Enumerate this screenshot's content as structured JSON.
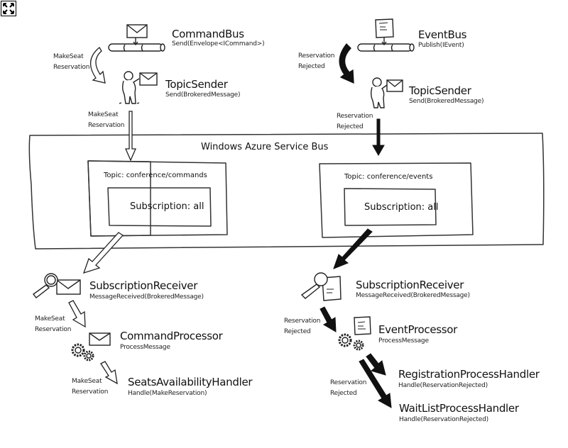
{
  "toolbar": {
    "expand_icon": "expand-icon"
  },
  "service_bus": {
    "title": "Windows Azure Service Bus",
    "command_topic": {
      "label": "Topic: conference/commands",
      "subscription": "Subscription: all"
    },
    "event_topic": {
      "label": "Topic: conference/events",
      "subscription": "Subscription: all"
    }
  },
  "command_flow": {
    "bus": {
      "title": "CommandBus",
      "method": "Send(Envelope<ICommand>)",
      "icon": "envelope-on-pipe-icon"
    },
    "sender": {
      "title": "TopicSender",
      "method": "Send(BrokeredMessage)",
      "icon": "person-with-envelope-icon"
    },
    "receiver": {
      "title": "SubscriptionReceiver",
      "method": "MessageReceived(BrokeredMessage)",
      "icon": "magnifier-envelope-icon"
    },
    "processor": {
      "title": "CommandProcessor",
      "method": "ProcessMessage",
      "icon": "gears-envelope-icon"
    },
    "handler": {
      "title": "SeatsAvailabilityHandler",
      "method": "Handle(MakeReservation)"
    },
    "arrow_labels": [
      [
        "MakeSeat",
        "Reservation"
      ],
      [
        "MakeSeat",
        "Reservation"
      ],
      [
        "MakeSeat",
        "Reservation"
      ],
      [
        "MakeSeat",
        "Reservation"
      ]
    ]
  },
  "event_flow": {
    "bus": {
      "title": "EventBus",
      "method": "Publish(IEvent)",
      "icon": "document-on-pipe-icon"
    },
    "sender": {
      "title": "TopicSender",
      "method": "Send(BrokeredMessage)",
      "icon": "person-with-envelope-icon"
    },
    "receiver": {
      "title": "SubscriptionReceiver",
      "method": "MessageReceived(BrokeredMessage)",
      "icon": "magnifier-document-icon"
    },
    "processor": {
      "title": "EventProcessor",
      "method": "ProcessMessage",
      "icon": "gears-document-icon"
    },
    "handlers": [
      {
        "title": "RegistrationProcessHandler",
        "method": "Handle(ReservationRejected)"
      },
      {
        "title": "WaitListProcessHandler",
        "method": "Handle(ReservationRejected)"
      }
    ],
    "arrow_labels": [
      [
        "Reservation",
        "Rejected"
      ],
      [
        "Reservation",
        "Rejected"
      ],
      [
        "Reservation",
        "Rejected"
      ],
      [
        "Reservation",
        "Rejected"
      ]
    ]
  }
}
